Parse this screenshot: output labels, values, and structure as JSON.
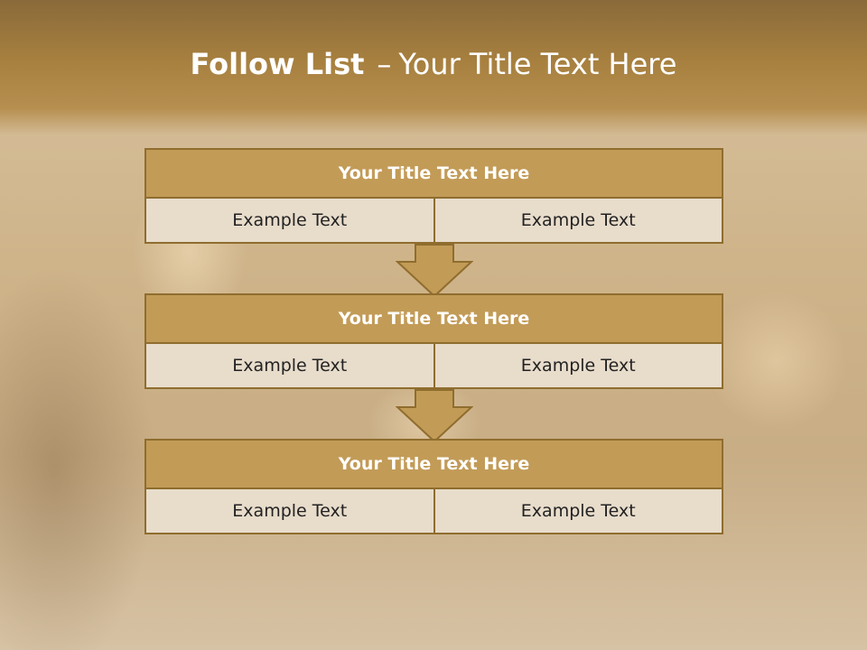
{
  "slide": {
    "title_bold": "Follow List",
    "title_dash": "–",
    "title_rest": "Your Title Text Here"
  },
  "blocks": [
    {
      "title": "Your Title Text Here",
      "left": "Example Text",
      "right": "Example Text"
    },
    {
      "title": "Your Title Text Here",
      "left": "Example Text",
      "right": "Example Text"
    },
    {
      "title": "Your Title Text Here",
      "left": "Example Text",
      "right": "Example Text"
    }
  ],
  "colors": {
    "title_fill": "#c29b57",
    "border": "#8f6d2e",
    "cell_fill": "#e8dccb",
    "arrow_fill": "#c29b57"
  },
  "icons": [
    "down-arrow-icon",
    "down-arrow-icon"
  ]
}
